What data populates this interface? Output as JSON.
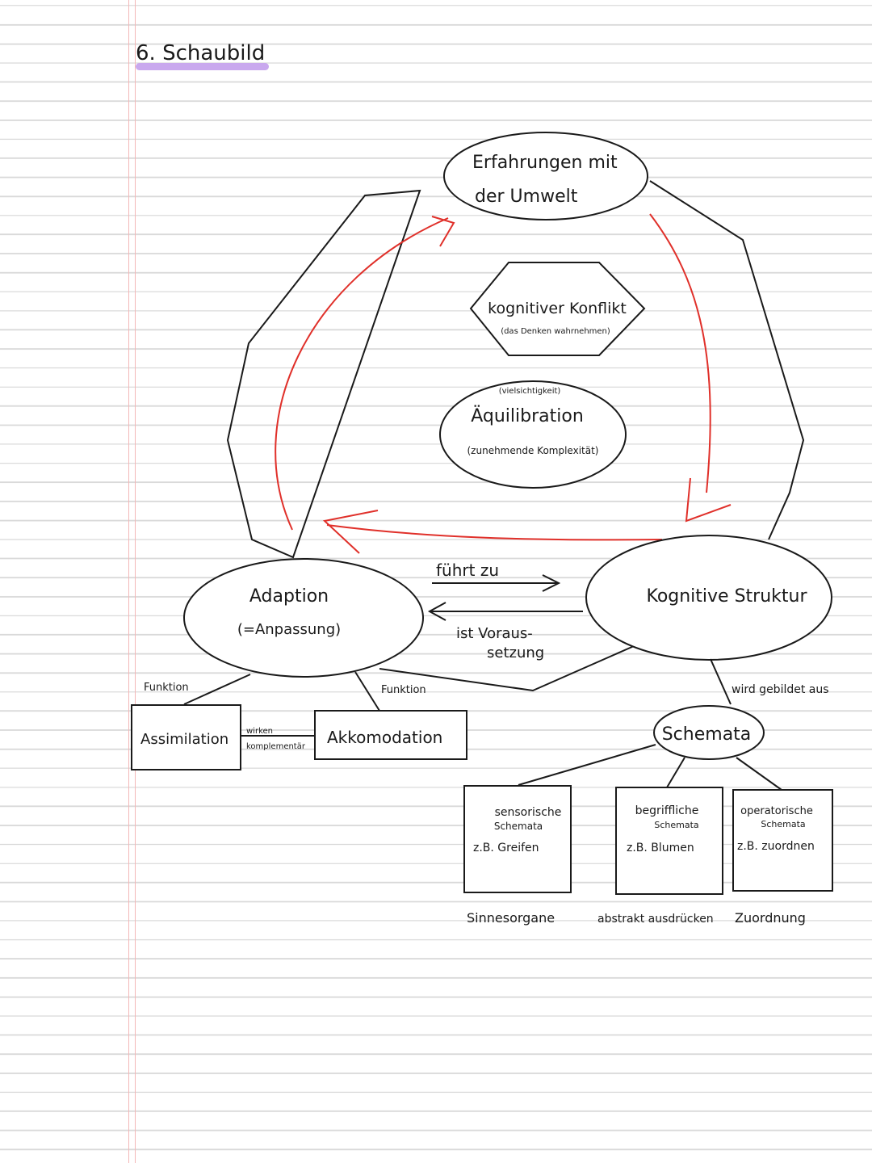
{
  "title": "6. Schaubild",
  "colors": {
    "highlight": "#c9a8ee",
    "red_arrows": "#e0302a",
    "ink": "#1a1a1a"
  },
  "nodes": {
    "experience": {
      "line1": "Erfahrungen mit",
      "line2": "der Umwelt"
    },
    "conflict": {
      "title": "kognitiver Konflikt",
      "sub": "(das Denken wahrnehmen)"
    },
    "equilibration": {
      "top": "(vielsichtigkeit)",
      "title": "Äquilibration",
      "sub": "(zunehmende Komplexität)"
    },
    "adaptation": {
      "line1": "Adaption",
      "line2": "(=Anpassung)"
    },
    "structure": {
      "title": "Kognitive Struktur"
    },
    "assimilation": {
      "title": "Assimilation"
    },
    "accommodation": {
      "title": "Akkomodation"
    },
    "schemata": {
      "title": "Schemata"
    },
    "sensoric": {
      "line1": "sensorische",
      "line2": "Schemata",
      "example": "z.B. Greifen",
      "below": "Sinnesorgane"
    },
    "conceptual": {
      "line1": "begriffliche",
      "line2": "Schemata",
      "example": "z.B. Blumen",
      "below": "abstrakt ausdrücken"
    },
    "operational": {
      "line1": "operatorische",
      "line2": "Schemata",
      "example": "z.B. zuordnen",
      "below": "Zuordnung"
    }
  },
  "edges": {
    "leads_to": "führt zu",
    "prerequisite_1": "ist Voraus-",
    "prerequisite_2": "setzung",
    "function_left": "Funktion",
    "function_right": "Funktion",
    "complement_1": "wirken",
    "complement_2": "komplementär",
    "formed_from": "wird gebildet aus"
  }
}
